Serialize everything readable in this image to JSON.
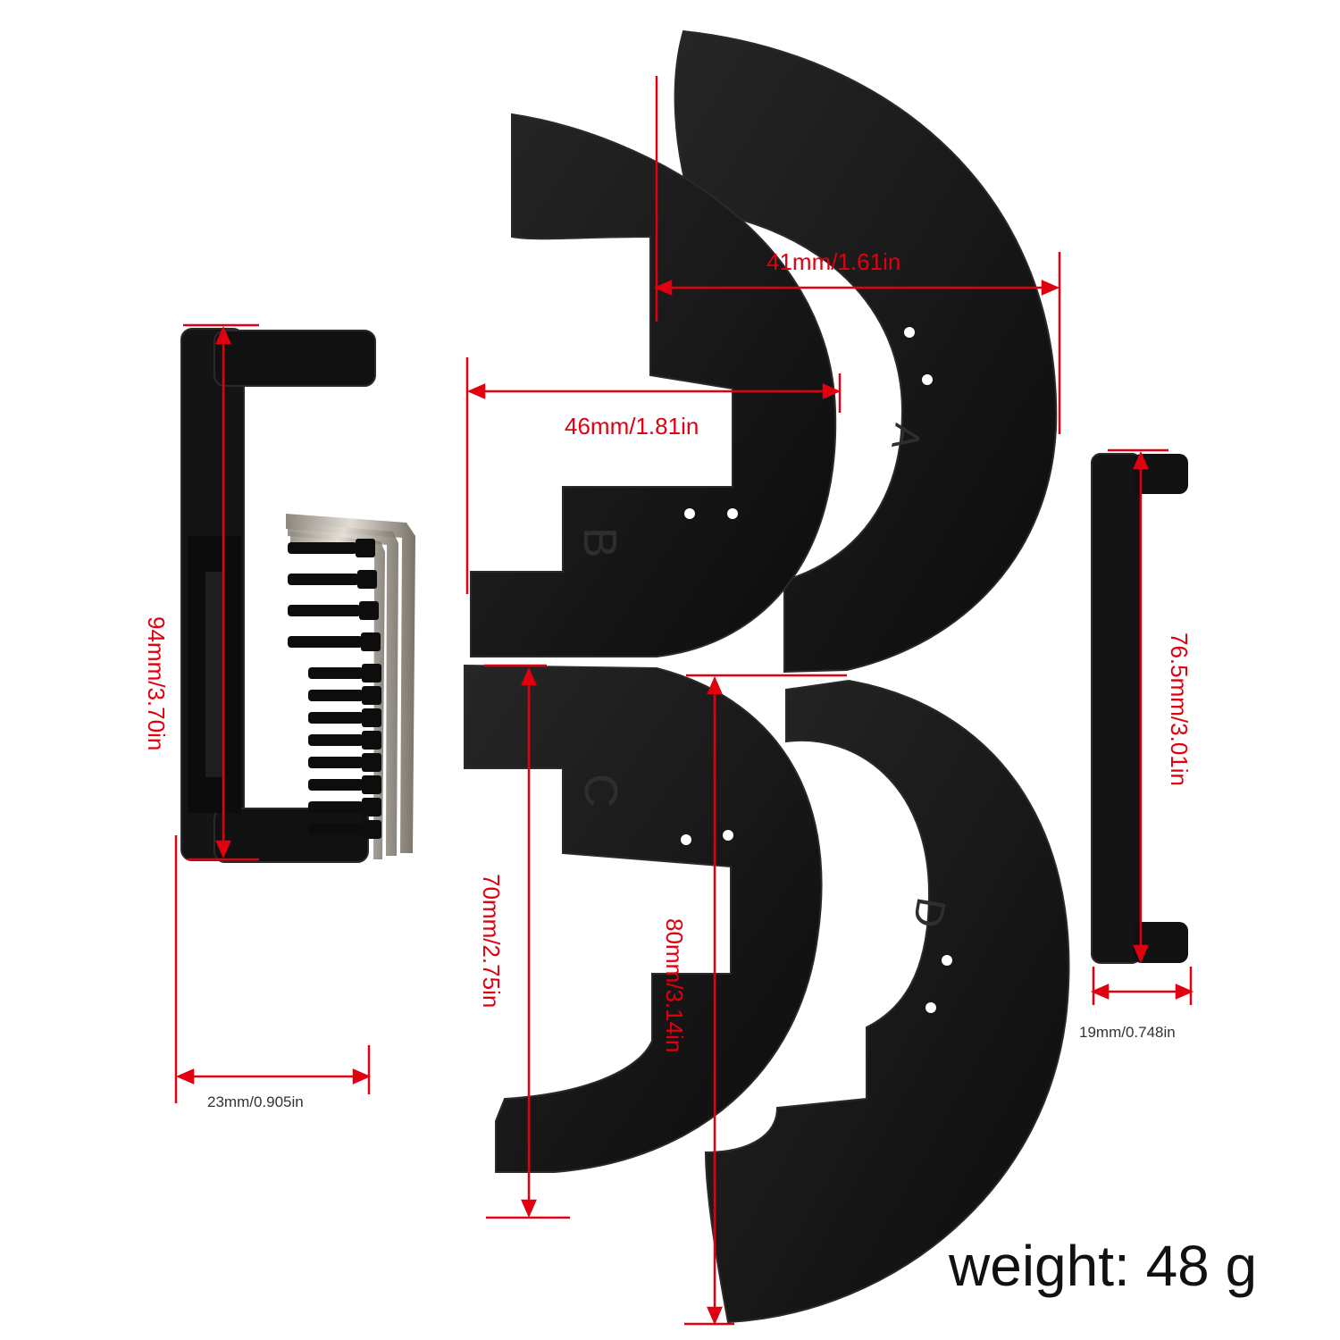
{
  "product_photo": {
    "parts": [
      "A",
      "B",
      "C",
      "D"
    ],
    "colors": {
      "part": "#141414",
      "part_edge": "#2a2a2a",
      "dimension": "#e0000f",
      "screw": "#0d0d0d",
      "wrench": "#b8b2a8"
    }
  },
  "dimensions": {
    "bracket_left_height": "94mm/3.70in",
    "bracket_left_width": "23mm/0.905in",
    "piece_a_width": "41mm/1.61in",
    "piece_b_width": "46mm/1.81in",
    "piece_c_height": "70mm/2.75in",
    "piece_d_height": "80mm/3.14in",
    "bracket_right_height": "76.5mm/3.01in",
    "bracket_right_width": "19mm/0.748in"
  },
  "weight_label": "weight: 48 g"
}
